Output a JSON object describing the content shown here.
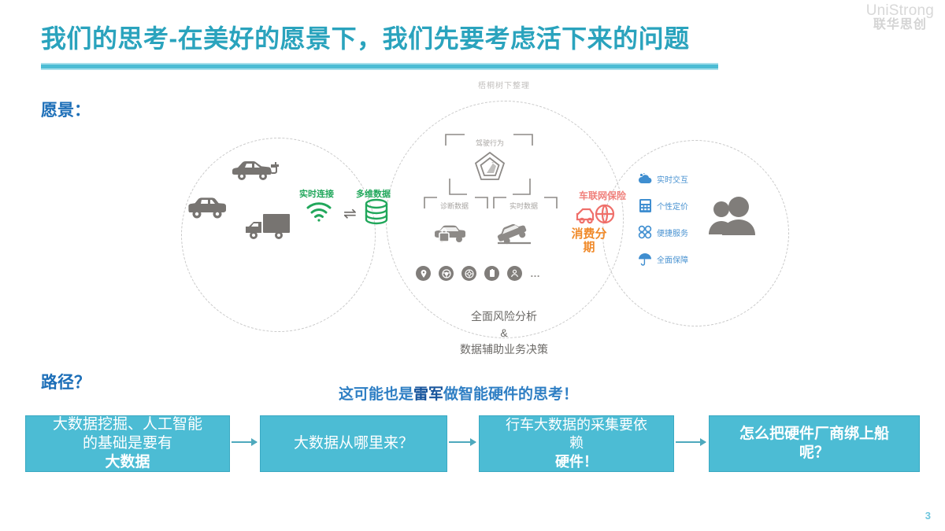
{
  "logo": {
    "en": "UniStrong",
    "cn": "联华思创"
  },
  "header": {
    "title": "我们的思考-在美好的愿景下，我们先要考虑活下来的问题",
    "accent_color": "#2aa3bd",
    "rule_color": "#4cbcd4"
  },
  "sections": {
    "vision_label": "愿景：",
    "path_label": "路径？"
  },
  "lei_note": {
    "prefix": "这可能也是",
    "highlight": "雷军",
    "suffix": "做智能硬件的思考！",
    "color": "#2f7fc4"
  },
  "diagram": {
    "top_caption": "梧桐树下整理",
    "left_circle": {
      "vehicles": [
        "ev-car-charging-icon",
        "compact-car-icon",
        "truck-icon"
      ]
    },
    "connectors": {
      "realtime_label": "实时连接",
      "multidim_label": "多维数据",
      "wifi_icon": "wifi-icon",
      "exchange_icon": "exchange-arrows-icon",
      "database_icon": "database-icon",
      "color": "#21a75b"
    },
    "middle_circle": {
      "labels": [
        "驾驶行为",
        "诊断数据",
        "实时数据"
      ],
      "icons": [
        "pentagon-radar-icon",
        "car-lock-icon",
        "car-crash-icon"
      ],
      "small_icons": [
        "location-pin-icon",
        "steering-wheel-icon",
        "tire-icon",
        "battery-icon",
        "driver-icon"
      ],
      "ellipsis": "…"
    },
    "bottom_caption": {
      "line1": "全面风险分析",
      "line2": "&",
      "line3": "数据辅助业务决策"
    },
    "right_circle": {
      "insurance_title": "车联网保险",
      "insurance_title_color": "#f0817c",
      "insurance_icon": "car-globe-icon",
      "installment_label": "消费分期",
      "installment_color": "#f08a2a",
      "features": [
        {
          "icon": "cloud-icon",
          "label": "实时交互"
        },
        {
          "icon": "calculator-icon",
          "label": "个性定价"
        },
        {
          "icon": "flower-icon",
          "label": "便捷服务"
        },
        {
          "icon": "umbrella-icon",
          "label": "全面保障"
        }
      ],
      "feature_color": "#4a93d1",
      "people_icon": "people-icon"
    }
  },
  "flow": {
    "box_color": "#4cbcd4",
    "boxes": [
      {
        "line1": "大数据挖掘、人工智能",
        "line2_plain": "的基础是要有",
        "line2_bold": "大数据"
      },
      {
        "line1": "大数据从哪里来？",
        "line2_plain": "",
        "line2_bold": ""
      },
      {
        "line1": "行车大数据的采集要依",
        "line2_plain": "赖",
        "line2_bold": "硬件！"
      },
      {
        "line1": "怎么把硬件厂商绑上船",
        "line2_plain": "呢？",
        "line2_bold": ""
      }
    ]
  },
  "page_number": "3"
}
